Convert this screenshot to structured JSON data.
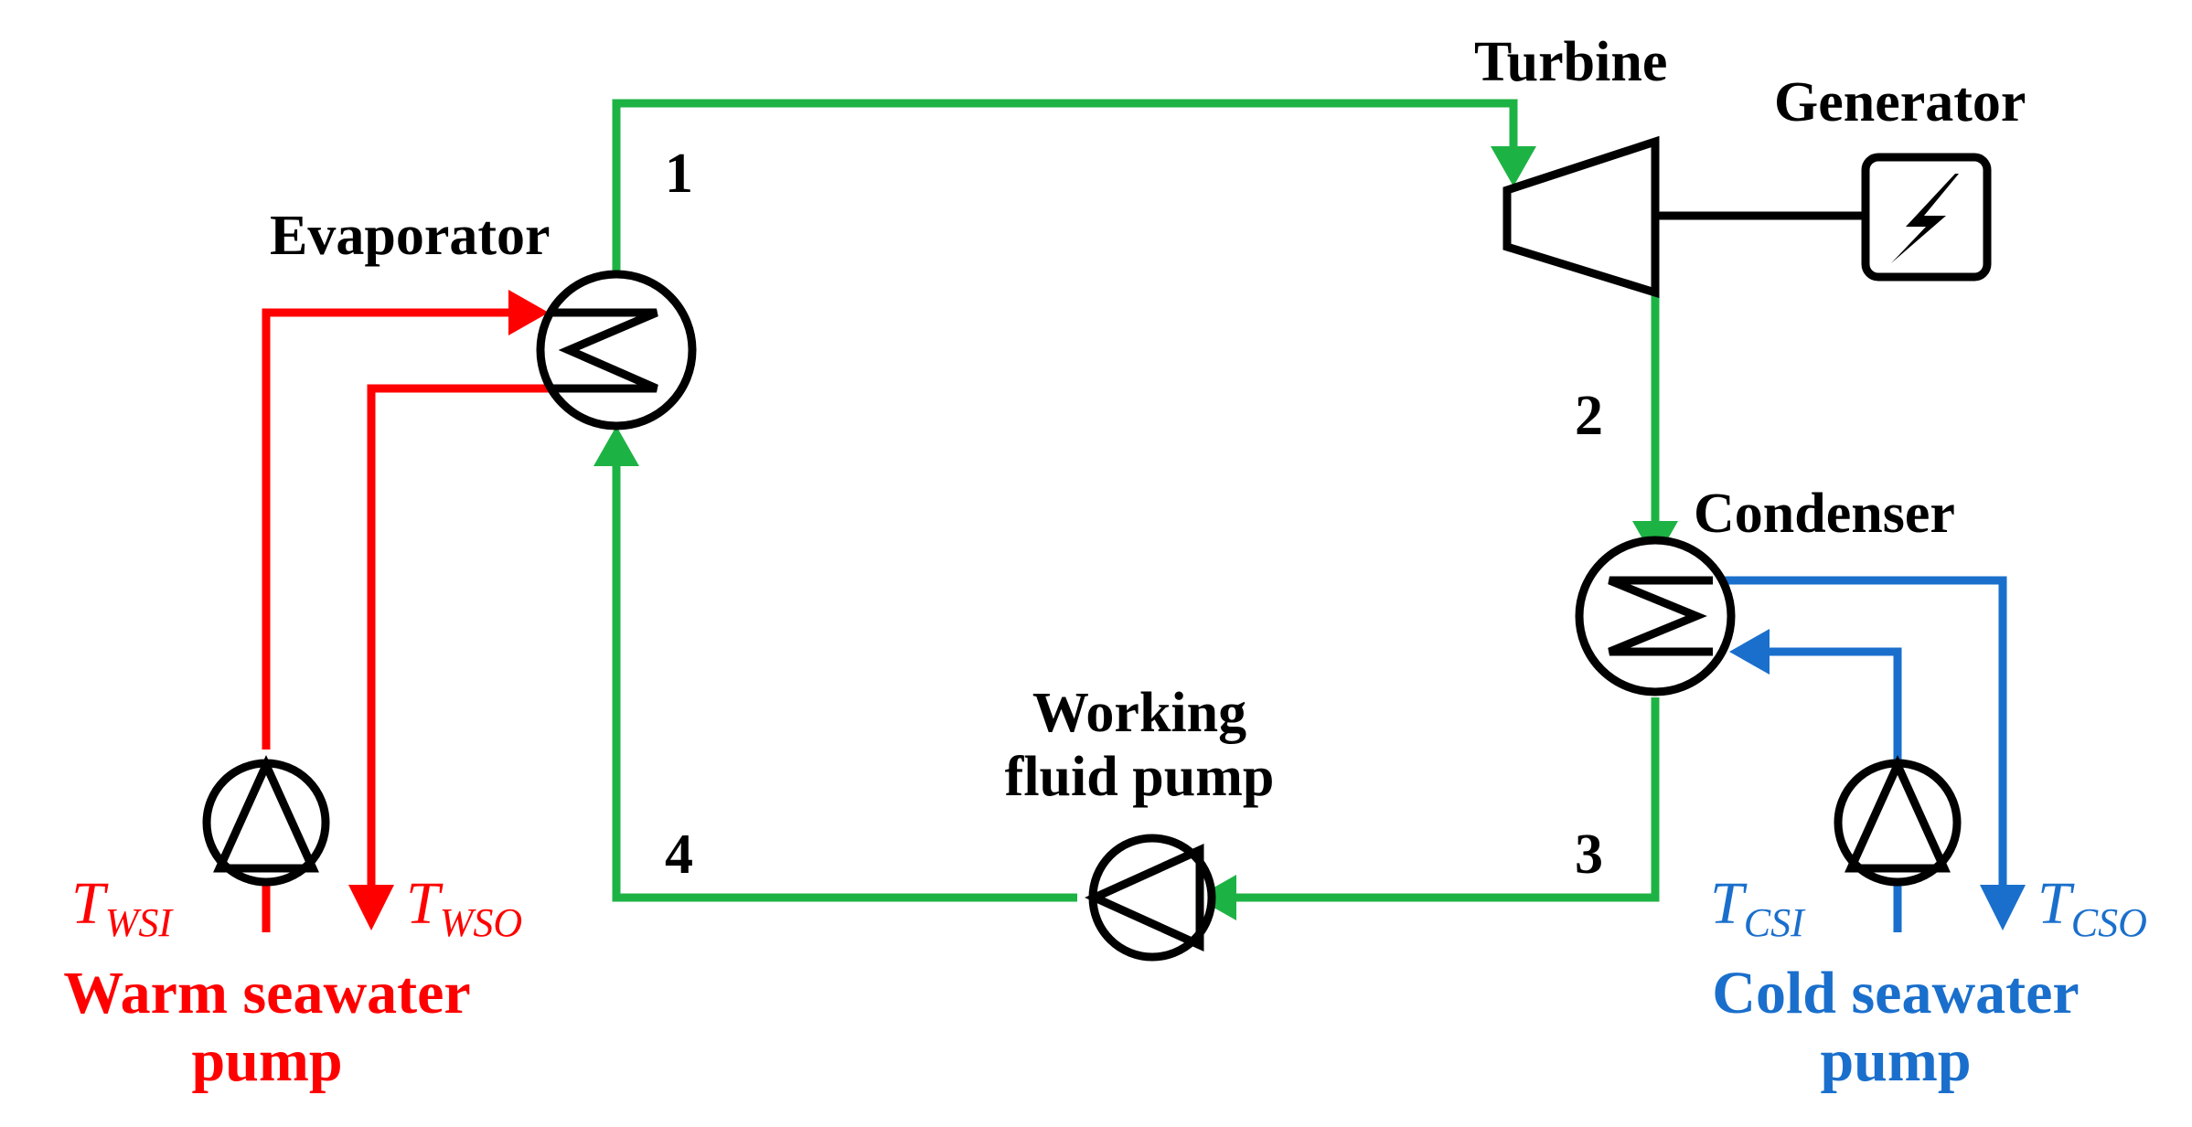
{
  "colors": {
    "working_fluid": "#1db344",
    "warm_seawater": "#ff0000",
    "cold_seawater": "#1a6fcc",
    "equipment": "#000000"
  },
  "components": {
    "turbine": "Turbine",
    "generator": "Generator",
    "evaporator": "Evaporator",
    "condenser": "Condenser",
    "working_pump_line1": "Working",
    "working_pump_line2": "fluid pump",
    "warm_pump_line1": "Warm seawater",
    "warm_pump_line2": "pump",
    "cold_pump_line1": "Cold seawater",
    "cold_pump_line2": "pump"
  },
  "states": {
    "s1": "1",
    "s2": "2",
    "s3": "3",
    "s4": "4"
  },
  "temperatures": {
    "wsi_symbol": "T",
    "wsi_sub": "WSI",
    "wso_symbol": "T",
    "wso_sub": "WSO",
    "csi_symbol": "T",
    "csi_sub": "CSI",
    "cso_symbol": "T",
    "cso_sub": "CSO"
  },
  "icons": {
    "generator": "lightning-bolt-icon",
    "heat_exchanger": "zigzag-coil-icon",
    "pump": "triangle-pump-icon"
  }
}
